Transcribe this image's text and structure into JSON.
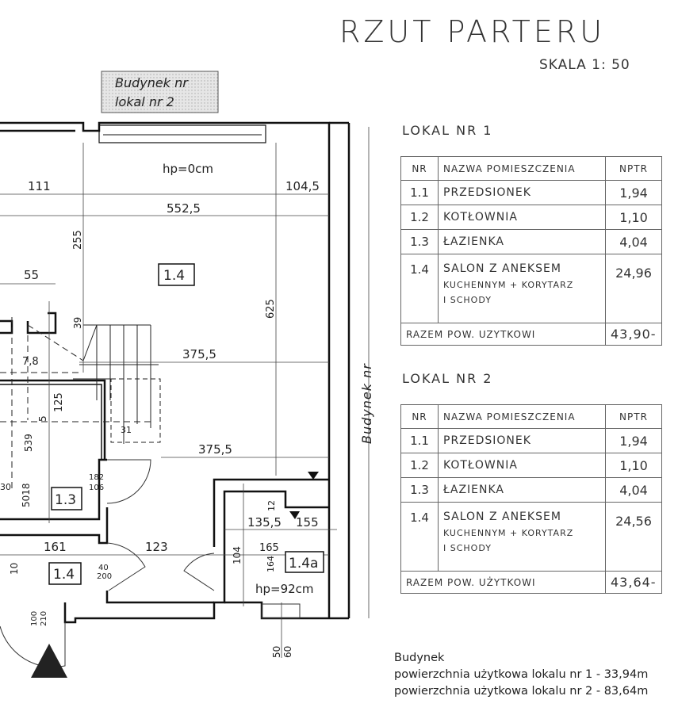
{
  "header": {
    "title": "RZUT PARTERU",
    "scale": "SKALA 1: 50"
  },
  "plan": {
    "building_label_line1": "Budynek nr",
    "building_label_line2": "lokal nr 2",
    "building_side_label": "Budynek nr",
    "room_tags": {
      "r14_top": "1.4",
      "r13": "1.3",
      "r14_bottom": "1.4",
      "r14a": "1.4a"
    },
    "heights": {
      "top": "hp=0cm",
      "r14a": "hp=92cm"
    },
    "dimensions": {
      "d111": "111",
      "d1045": "104,5",
      "d5525": "552,5",
      "d255": "255",
      "d625": "625",
      "d55": "55",
      "d39": "39",
      "d3755a": "375,5",
      "d3755b": "375,5",
      "d78": "7,8",
      "d125": "125",
      "d5": "5",
      "d31": "31",
      "d539": "539",
      "d5018": "5018",
      "d30": "30",
      "door_13": "182",
      "door_13b": "106",
      "d161": "161",
      "d123": "123",
      "d10": "10",
      "door_14": "40",
      "door_14b": "200",
      "door_ext": "100",
      "door_extb": "210",
      "d1355": "135,5",
      "d155": "155",
      "d12": "12",
      "d165": "165",
      "d104": "104",
      "d164": "164",
      "d50": "50",
      "d60": "60"
    }
  },
  "lokal1": {
    "title": "LOKAL NR 1",
    "headers": {
      "nr": "NR",
      "name": "NAZWA POMIESZCZENIA",
      "value": "NPTR"
    },
    "rows": [
      {
        "nr": "1.1",
        "name": "PRZEDSIONEK",
        "value": "1,94"
      },
      {
        "nr": "1.2",
        "name": "KOTŁOWNIA",
        "value": "1,10"
      },
      {
        "nr": "1.3",
        "name": "ŁAZIENKA",
        "value": "4,04"
      },
      {
        "nr": "1.4",
        "name": "SALON Z ANEKSEM",
        "name2": "KUCHENNYM + KORYTARZ",
        "name3": "I SCHODY",
        "value": "24,96"
      }
    ],
    "total_label": "RAZEM POW. UZYTKOWI",
    "total_value": "43,90-"
  },
  "lokal2": {
    "title": "LOKAL NR 2",
    "headers": {
      "nr": "NR",
      "name": "NAZWA POMIESZCZENIA",
      "value": "NPTR"
    },
    "rows": [
      {
        "nr": "1.1",
        "name": "PRZEDSIONEK",
        "value": "1,94"
      },
      {
        "nr": "1.2",
        "name": "KOTŁOWNIA",
        "value": "1,10"
      },
      {
        "nr": "1.3",
        "name": "ŁAZIENKA",
        "value": "4,04"
      },
      {
        "nr": "1.4",
        "name": "SALON Z ANEKSEM",
        "name2": "KUCHENNYM + KORYTARZ",
        "name3": "I SCHODY",
        "value": "24,56"
      }
    ],
    "total_label": "RAZEM POW. UŻYTKOWI",
    "total_value": "43,64-"
  },
  "summary": {
    "heading": "Budynek",
    "line1": "powierzchnia użytkowa lokalu nr 1 - 33,94m",
    "line2": "powierzchnia użytkowa lokalu nr 2 - 83,64m"
  }
}
